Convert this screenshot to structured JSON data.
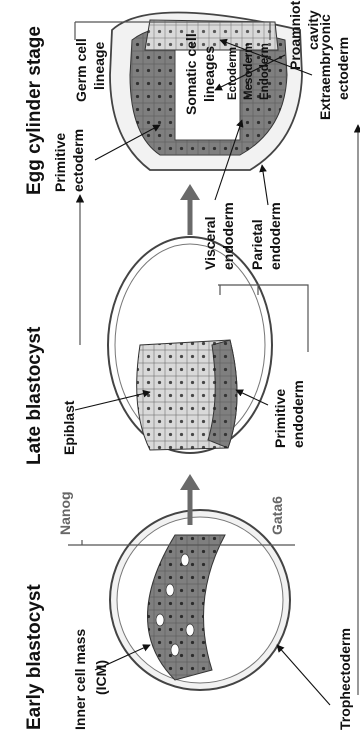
{
  "stages": {
    "early": "Early blastocyst",
    "late": "Late blastocyst",
    "egg": "Egg cylinder stage"
  },
  "labels": {
    "icm": "Inner cell mass",
    "icm_abbr": "(ICM)",
    "trophectoderm": "Trophectoderm",
    "epiblast": "Epiblast",
    "primitive_endoderm_1": "Primitive",
    "primitive_endoderm_2": "endoderm",
    "primitive_ectoderm_1": "Primitive",
    "primitive_ectoderm_2": "ectoderm",
    "visceral_endoderm_1": "Visceral",
    "visceral_endoderm_2": "endoderm",
    "parietal_endoderm_1": "Parietal",
    "parietal_endoderm_2": "endoderm",
    "extraembryonic_ectoderm_1": "Extraembryonic",
    "extraembryonic_ectoderm_2": "ectoderm",
    "proamniotic_cavity_1": "Proamniotic",
    "proamniotic_cavity_2": "cavity",
    "germ_cell_1": "Germ cell",
    "germ_cell_2": "lineage",
    "somatic_1": "Somatic cell",
    "somatic_2": "lineages",
    "ectoderm": "Ectoderm",
    "mesoderm": "Mesoderm",
    "endoderm": "Endoderm"
  },
  "factors": {
    "nanog": "Nanog",
    "gata6": "Gata6"
  },
  "colors": {
    "dark_tissue": "#7f7f7f",
    "light_tissue": "#d9d9d9",
    "stage_arrow": "#6a6a6a",
    "factor_text": "#666666"
  }
}
